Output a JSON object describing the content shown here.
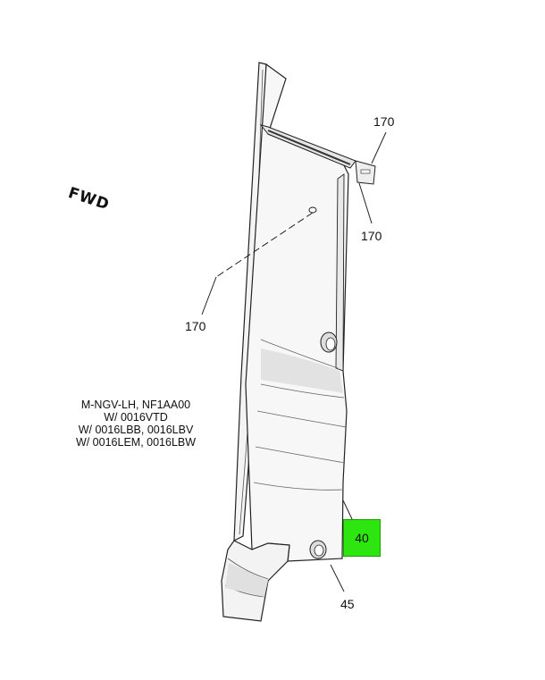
{
  "direction_label": "FWD",
  "callouts": {
    "top_right": "170",
    "right_clip": "170",
    "left_fastener": "170",
    "highlighted_part": "40",
    "bottom_part": "45"
  },
  "note_lines": [
    "M-NGV-LH, NF1AA00",
    "W/ 0016VTD",
    "W/ 0016LBB, 0016LBV",
    "W/ 0016LEM, 0016LBW"
  ],
  "colors": {
    "highlight": "#2ee60f",
    "line": "#222222"
  }
}
